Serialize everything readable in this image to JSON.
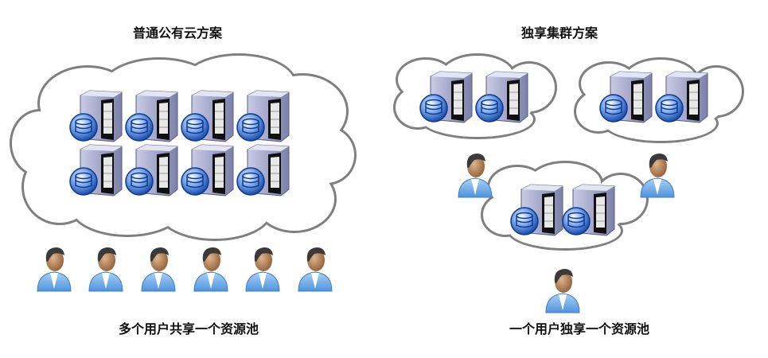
{
  "left_panel": {
    "title": "普通公有云方案",
    "caption": "多个用户共享一个资源池"
  },
  "right_panel": {
    "title": "独享集群方案",
    "caption": "一个用户独享一个资源池"
  },
  "icons": {
    "server": "database-server-icon",
    "user": "user-icon",
    "cloud": "cloud-shape"
  },
  "colors": {
    "cloud_stroke": "#7f7f7f",
    "disk_blue": "#1f5fc8",
    "user_shirt": "#7fb6ea"
  }
}
